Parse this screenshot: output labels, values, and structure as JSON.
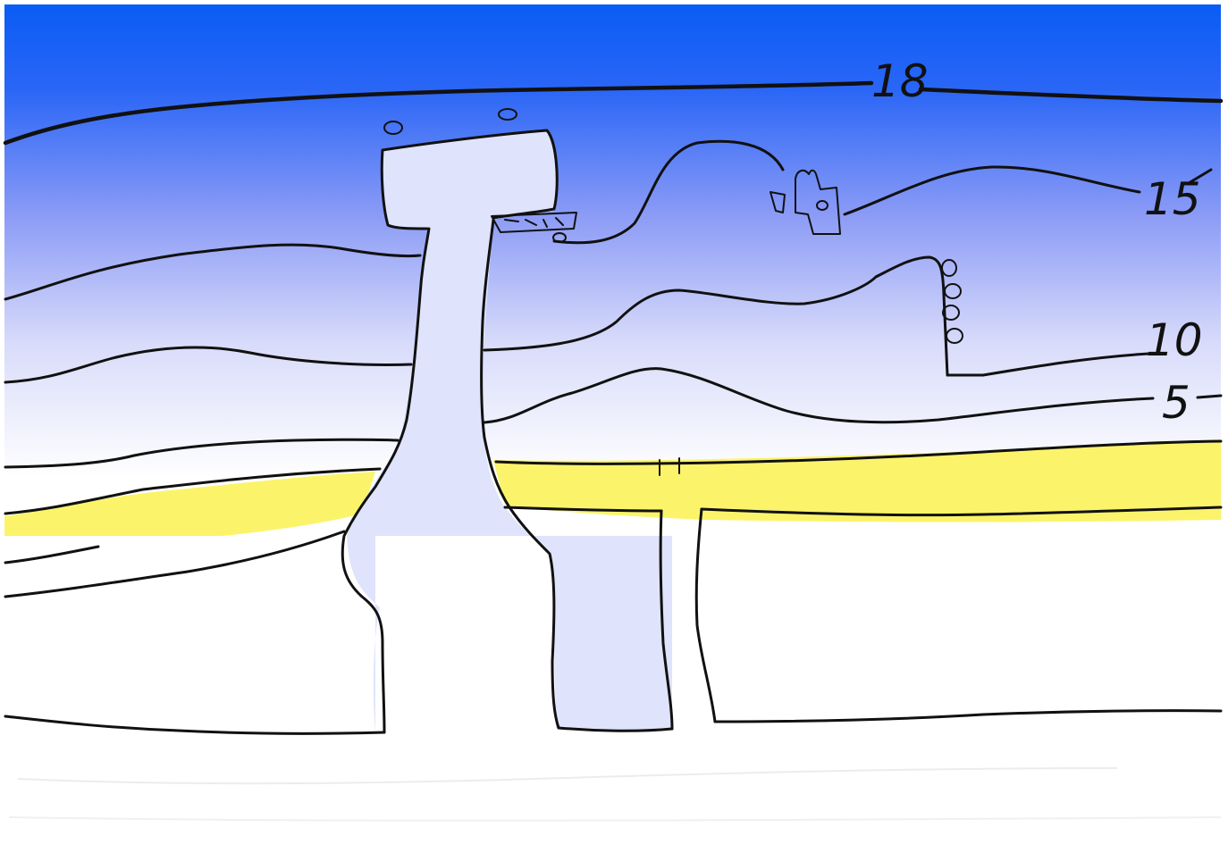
{
  "colors": {
    "sky_top": "#0a5cf5",
    "sky_mid": "#8d9cf6",
    "sky_bottom": "#ffffff",
    "yellow_band": "#fbf46a",
    "ink": "#111111",
    "ground": "#ffffff"
  },
  "level_labels": {
    "l18": "18",
    "l15": "15",
    "l10": "10",
    "l5": "5"
  }
}
